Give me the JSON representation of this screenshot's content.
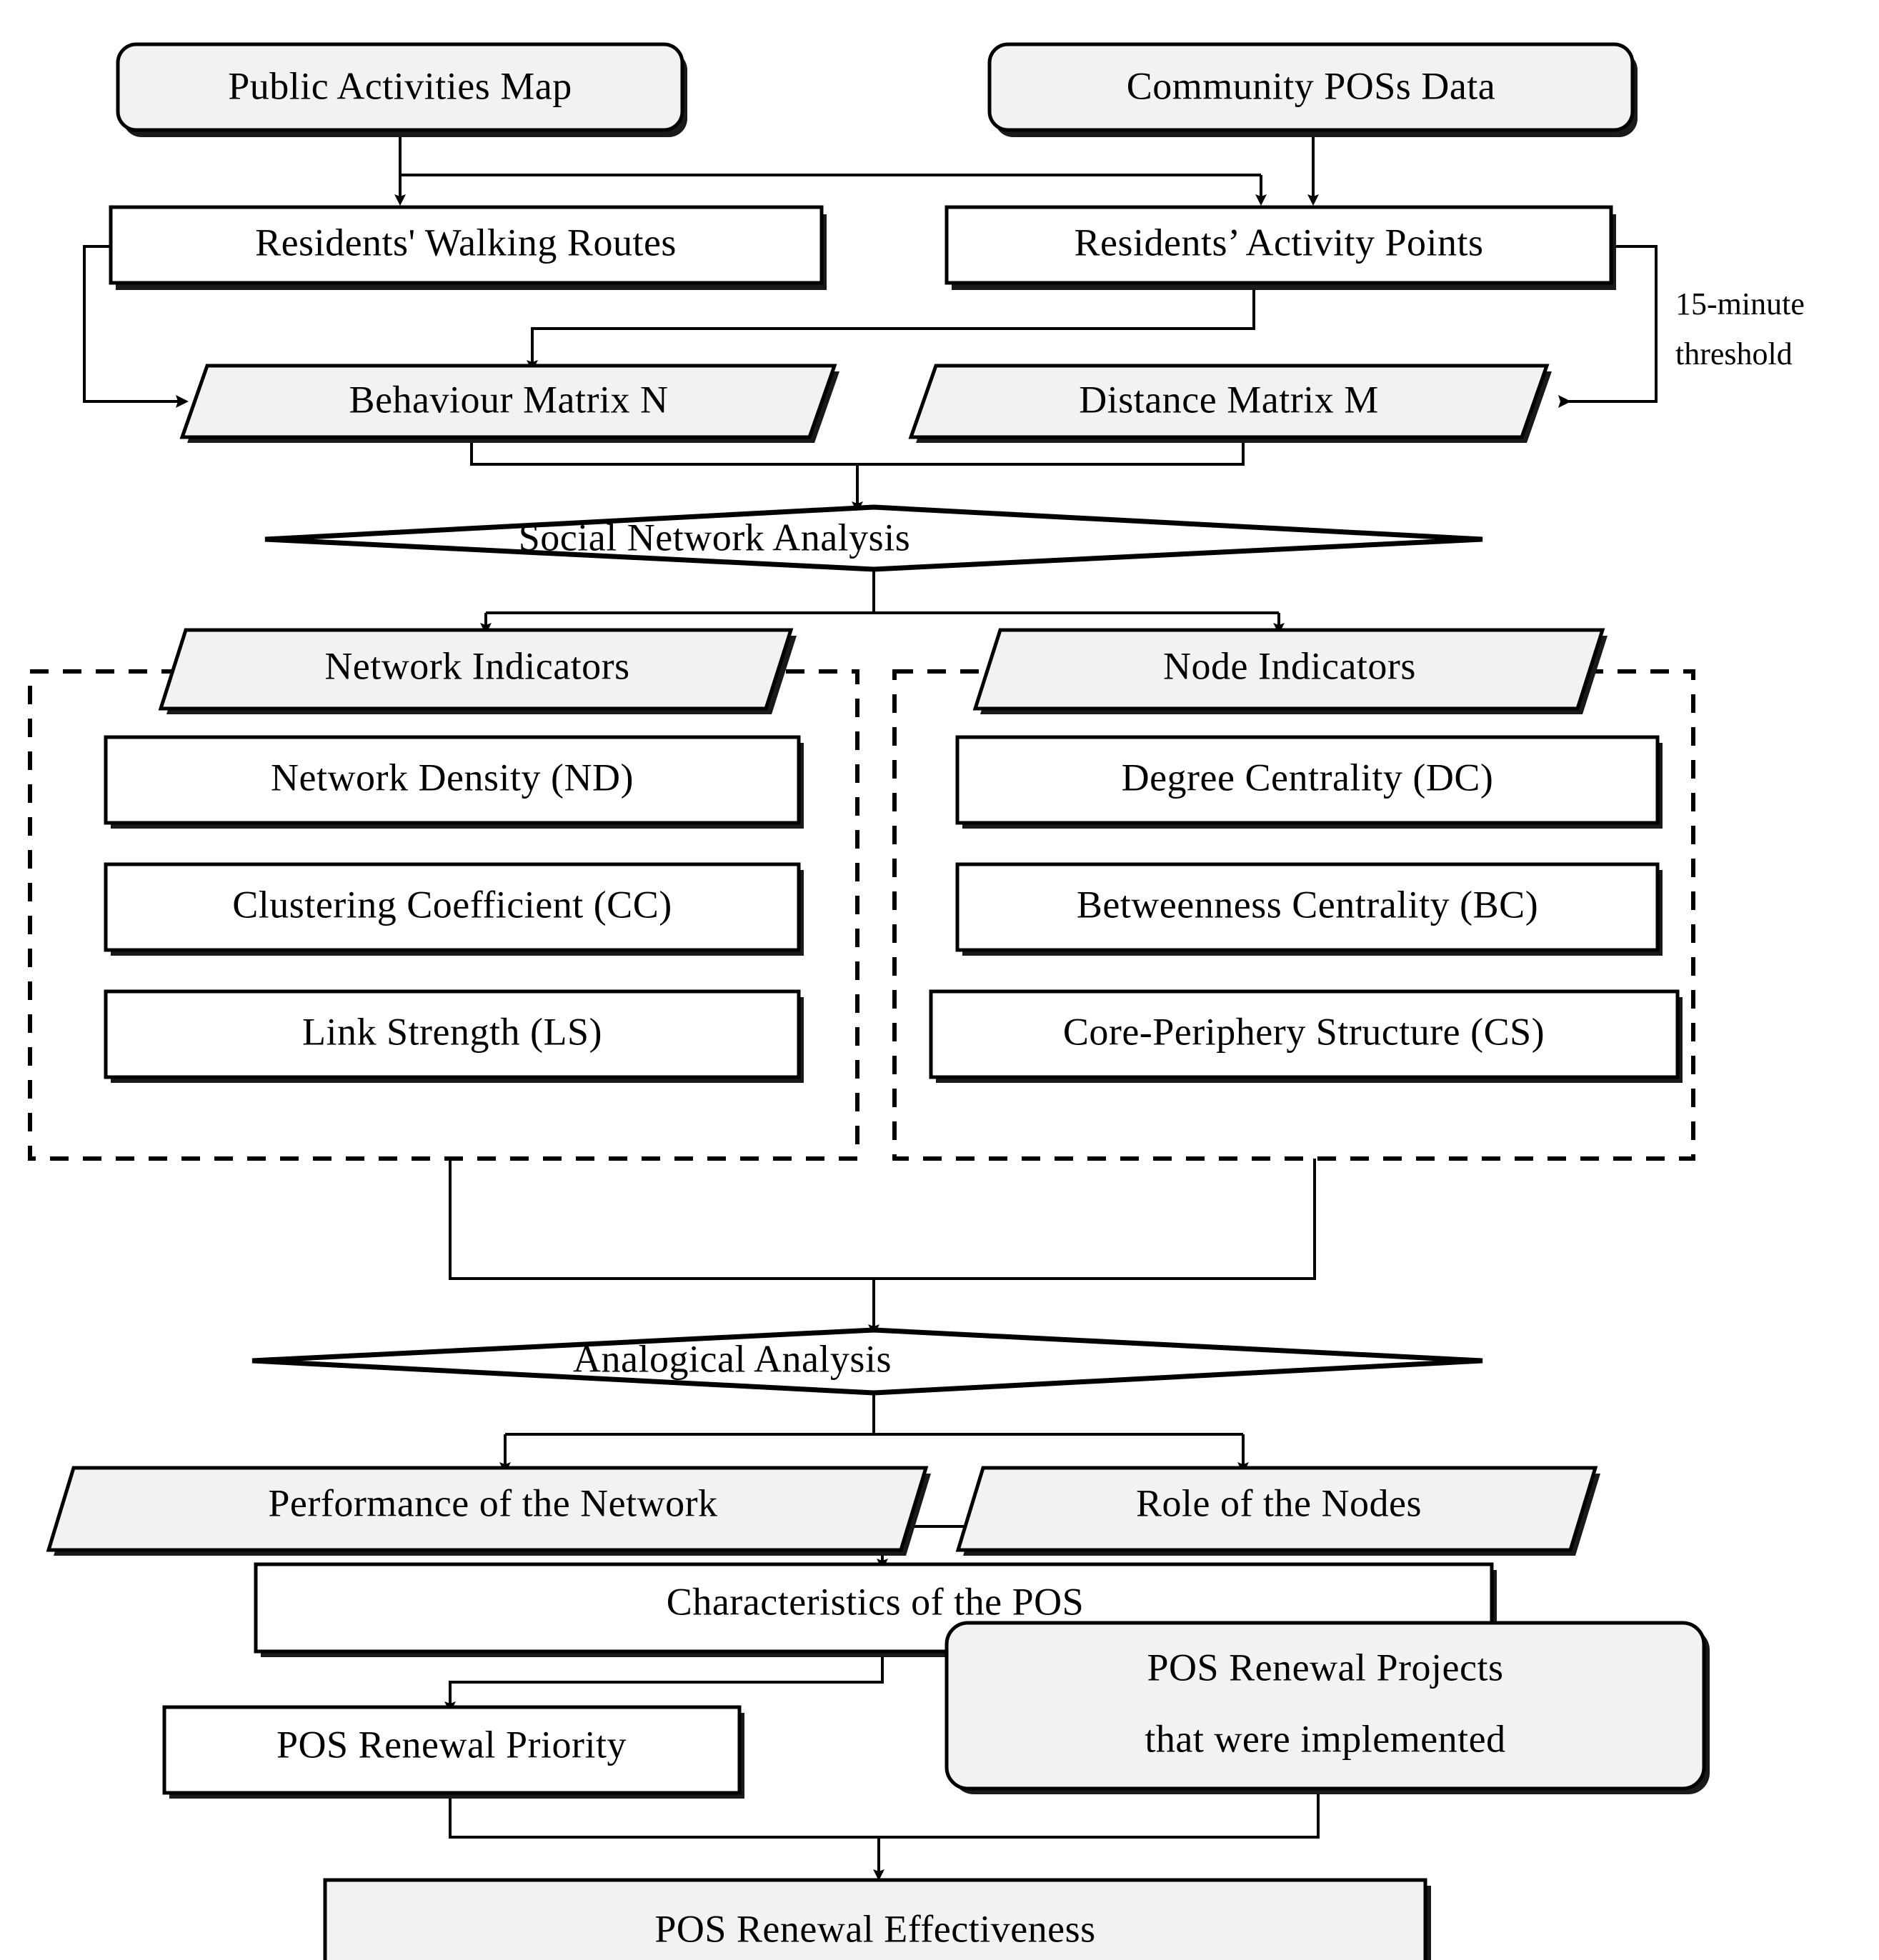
{
  "diagram": {
    "title": "POS Renewal Research Framework Flowchart",
    "colors": {
      "shape_fill_gray": "#f2f2f2",
      "shape_fill_white": "#ffffff",
      "stroke": "#000000",
      "background": "#ffffff"
    },
    "nodes": {
      "public_activities_map": "Public Activities Map",
      "community_poss_data": "Community POSs Data",
      "residents_walking_routes": "Residents' Walking Routes",
      "residents_activity_points": "Residents’ Activity Points",
      "behaviour_matrix_n": "Behaviour Matrix N",
      "distance_matrix_m": "Distance Matrix M",
      "social_network_analysis": "Social Network Analysis",
      "network_indicators": "Network Indicators",
      "node_indicators": "Node Indicators",
      "network_density": "Network Density (ND)",
      "clustering_coefficient": "Clustering Coefficient (CC)",
      "link_strength": "Link Strength (LS)",
      "degree_centrality": "Degree Centrality (DC)",
      "betweenness_centrality": "Betweenness Centrality (BC)",
      "core_periphery_structure": "Core-Periphery  Structure (CS)",
      "analogical_analysis": "Analogical Analysis",
      "performance_of_the_network": "Performance  of the Network",
      "role_of_the_nodes": "Role of the Nodes",
      "characteristics_of_the_pos": "Characteristics  of the POS",
      "pos_renewal_priority": "POS Renewal Priority",
      "pos_renewal_projects_line1": "POS Renewal Projects",
      "pos_renewal_projects_line2": "that were implemented",
      "pos_renewal_effectiveness": "POS Renewal Effectiveness"
    },
    "edge_labels": {
      "threshold_line1": "15-minute",
      "threshold_line2": "threshold"
    }
  }
}
